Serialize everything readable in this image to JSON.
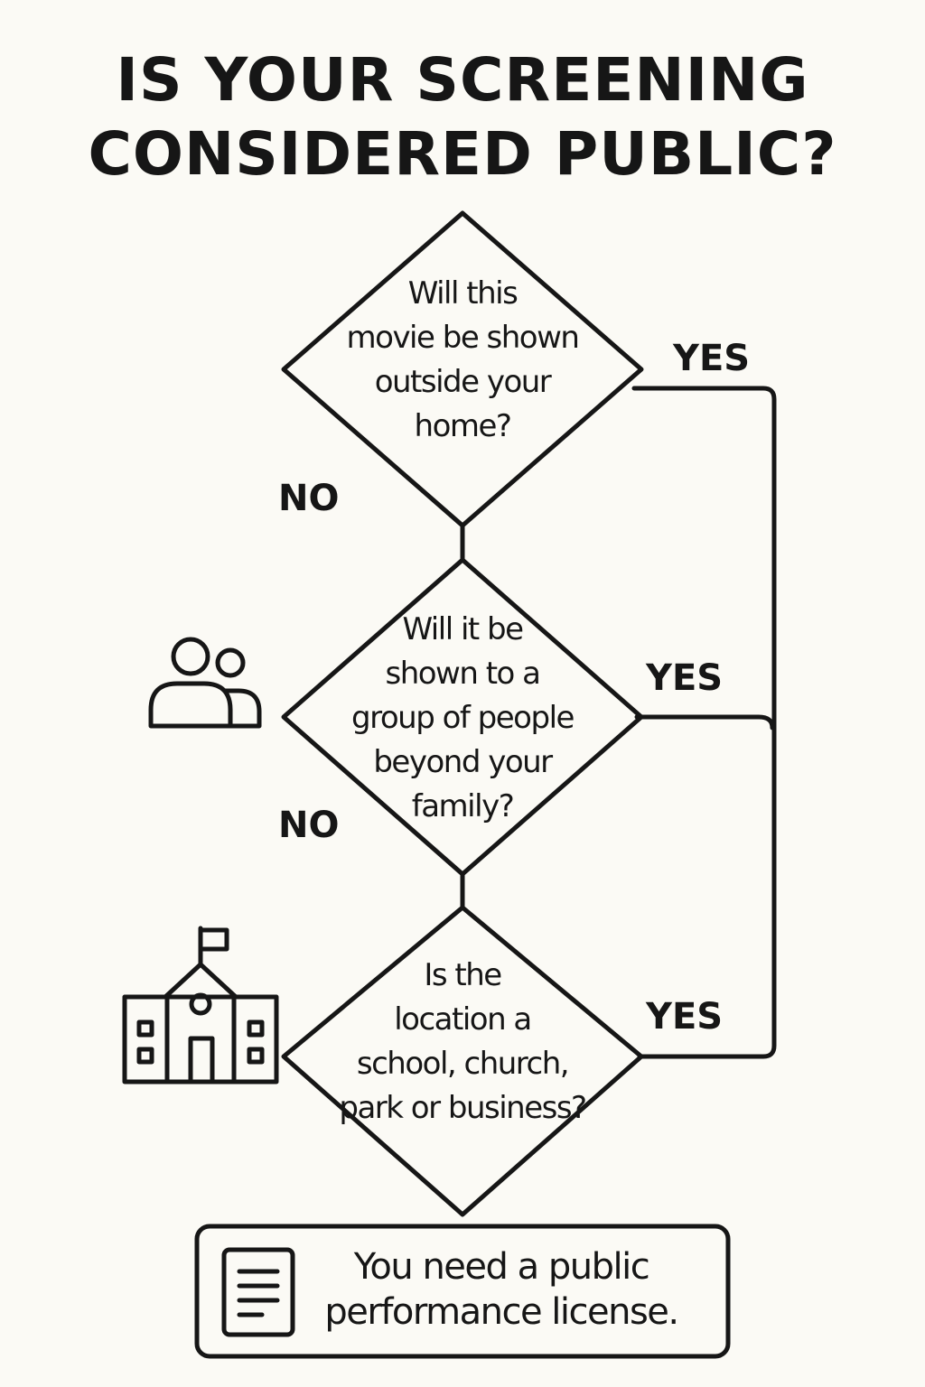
{
  "title": {
    "line1": "IS YOUR SCREENING",
    "line2": "CONSIDERED PUBLIC?"
  },
  "questions": [
    {
      "lines": [
        "Will this",
        "movie be shown",
        "outside your",
        "home?"
      ]
    },
    {
      "lines": [
        "Will it be",
        "shown to a",
        "group of people",
        "beyond your",
        "family?"
      ]
    },
    {
      "lines": [
        "Is the",
        "location a",
        "school, church,",
        "park or business?"
      ]
    }
  ],
  "labels": {
    "yes": "YES",
    "no": "NO"
  },
  "result": {
    "lines": [
      "You need a public",
      "performance license."
    ]
  },
  "icons": {
    "people": "people-icon",
    "building": "school-building-icon",
    "document": "document-icon"
  },
  "colors": {
    "background": "#fbfaf5",
    "ink": "#161616"
  }
}
